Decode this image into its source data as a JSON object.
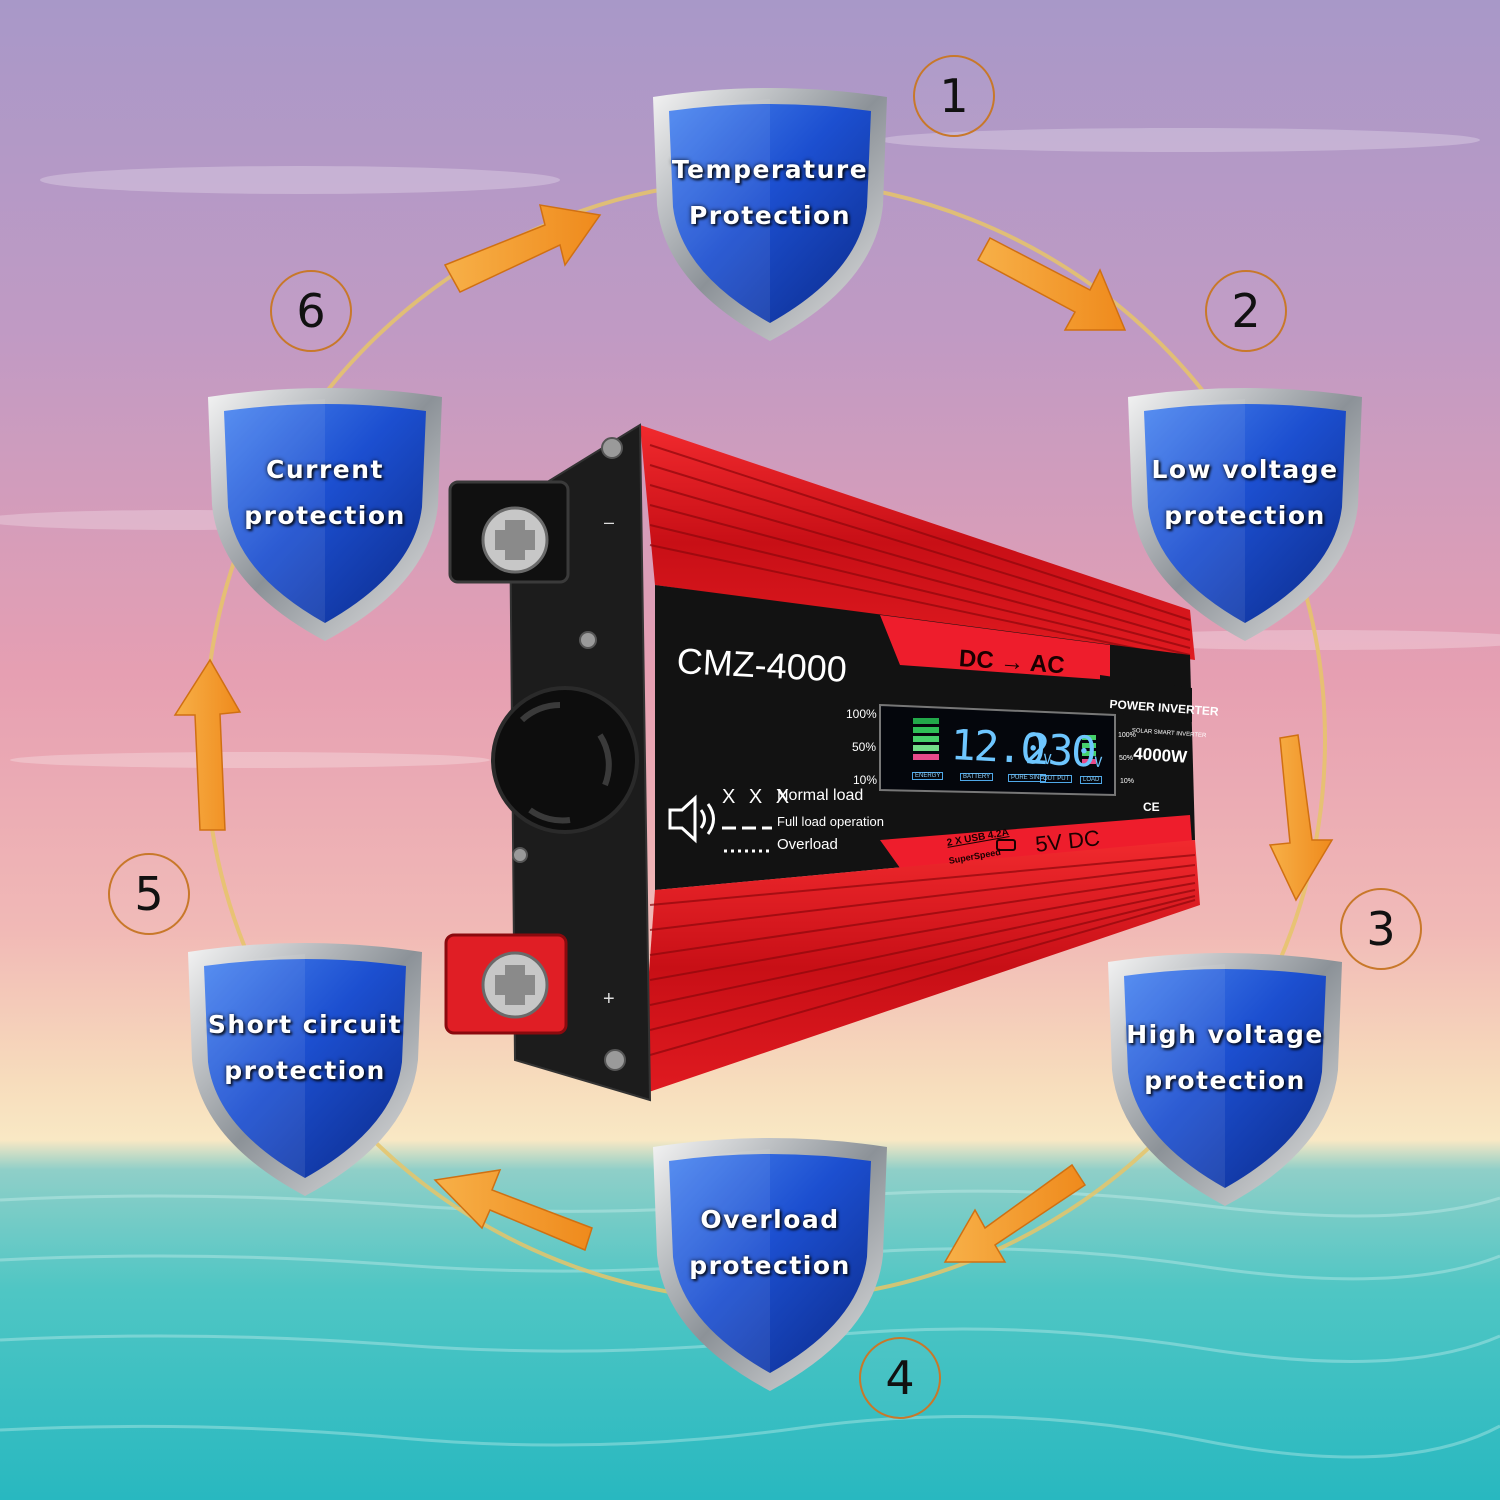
{
  "protections": [
    {
      "number": "1",
      "line1": "Temperature",
      "line2": "Protection"
    },
    {
      "number": "2",
      "line1": "Low voltage",
      "line2": "protection"
    },
    {
      "number": "3",
      "line1": "High voltage",
      "line2": "protection"
    },
    {
      "number": "4",
      "line1": "Overload",
      "line2": "protection"
    },
    {
      "number": "5",
      "line1": "Short circuit",
      "line2": "protection"
    },
    {
      "number": "6",
      "line1": "Current",
      "line2": "protection"
    }
  ],
  "inverter": {
    "model": "CMZ-4000",
    "mode": "DC → AC",
    "product": "POWER INVERTER",
    "subtitle": "SOLAR SMART INVERTER",
    "rating": "4000W",
    "lcd": {
      "battery_voltage": "12.0",
      "battery_unit": "V",
      "output_voltage": "230",
      "output_unit": "V",
      "tags": [
        "ENERGY",
        "BATTERY",
        "PURE SINE",
        "OUT PUT",
        "LOAD"
      ],
      "scale_left": [
        "100%",
        "50%",
        "10%"
      ],
      "scale_right": [
        "100%",
        "50%",
        "10%"
      ]
    },
    "alarm": {
      "normal_symbol": "X X X",
      "normal_label": "Normal load",
      "full_label": "Full load operation",
      "overload_label": "Overload"
    },
    "usb": {
      "line1": "2 X USB 4.2A",
      "line2": "SuperSpeed"
    },
    "dc_output": "5V DC",
    "certifications": "CE",
    "terminal_negative": "–",
    "terminal_positive": "+"
  },
  "colors": {
    "sky_top": "#b29bc9",
    "sky_mid": "#e79fb1",
    "horizon": "#f7e0b5",
    "sea": "#45c7c6",
    "inverter_red": "#d8141c",
    "shield_blue": "#1f4fc4",
    "arrow_orange": "#f39a2b",
    "ring_gold": "#e8c46a"
  }
}
